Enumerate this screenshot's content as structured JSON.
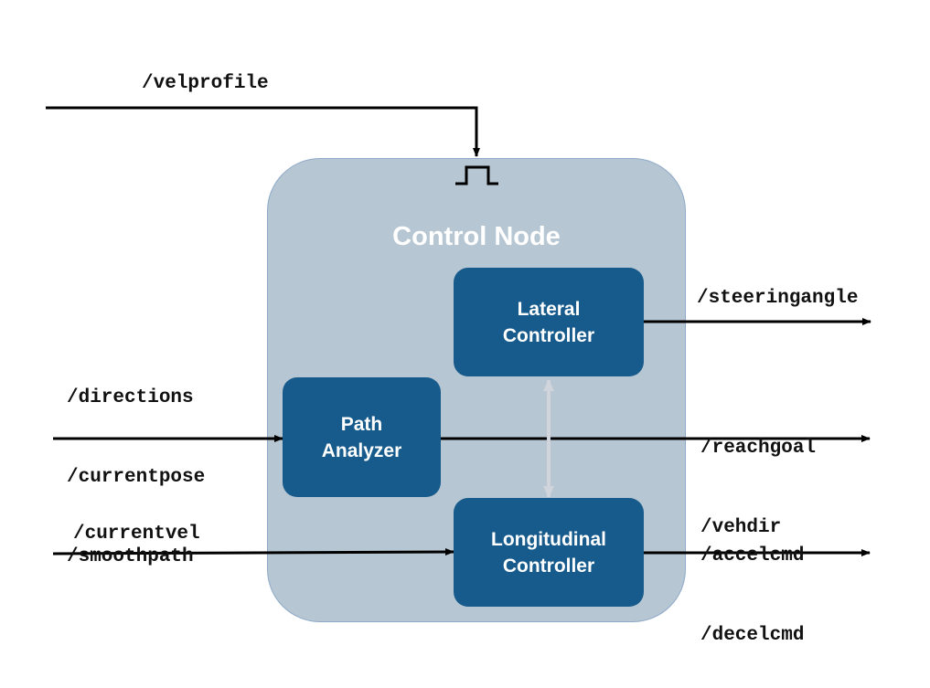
{
  "node": {
    "title": "Control Node"
  },
  "blocks": {
    "lateral": {
      "line1": "Lateral",
      "line2": "Controller"
    },
    "path": {
      "line1": "Path",
      "line2": "Analyzer"
    },
    "longitudinal": {
      "line1": "Longitudinal",
      "line2": "Controller"
    }
  },
  "topics": {
    "velprofile": "/velprofile",
    "inputs_path": [
      "/directions",
      "/currentpose",
      "/smoothpath"
    ],
    "currentvel": "/currentvel",
    "steeringangle": "/steeringangle",
    "reach": [
      "/reachgoal",
      "/vehdir"
    ],
    "accel": [
      "/accelcmd",
      "/decelcmd"
    ]
  },
  "colors": {
    "node_fill": "#b6c6d2",
    "node_border": "#8ea9c9",
    "block_fill": "#175b8d",
    "wire": "#000000",
    "link": "#cfd5db"
  }
}
